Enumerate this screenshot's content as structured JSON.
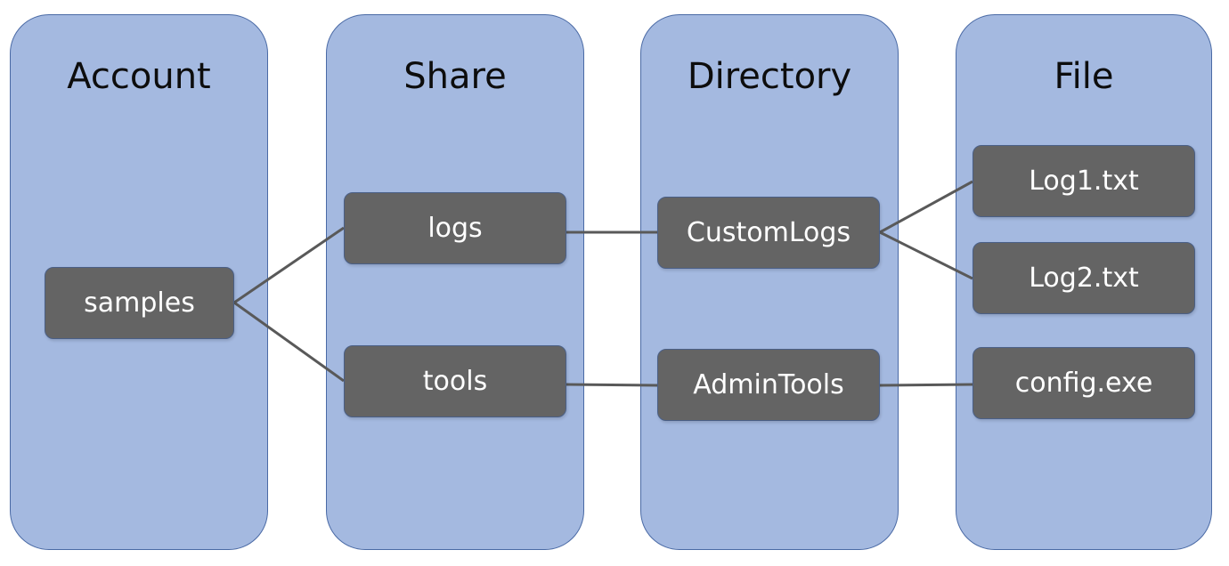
{
  "lanes": {
    "account": "Account",
    "share": "Share",
    "directory": "Directory",
    "file": "File"
  },
  "nodes": {
    "samples": "samples",
    "logs": "logs",
    "tools": "tools",
    "customlogs": "CustomLogs",
    "admintools": "AdminTools",
    "log1": "Log1.txt",
    "log2": "Log2.txt",
    "config": "config.exe"
  },
  "edges": [
    [
      "samples",
      "logs"
    ],
    [
      "samples",
      "tools"
    ],
    [
      "logs",
      "customlogs"
    ],
    [
      "tools",
      "admintools"
    ],
    [
      "customlogs",
      "log1"
    ],
    [
      "customlogs",
      "log2"
    ],
    [
      "admintools",
      "config"
    ]
  ],
  "colors": {
    "lane_fill": "#a4b9e0",
    "lane_border": "#4a6aa5",
    "node_fill": "#646464",
    "connector": "#595959"
  }
}
